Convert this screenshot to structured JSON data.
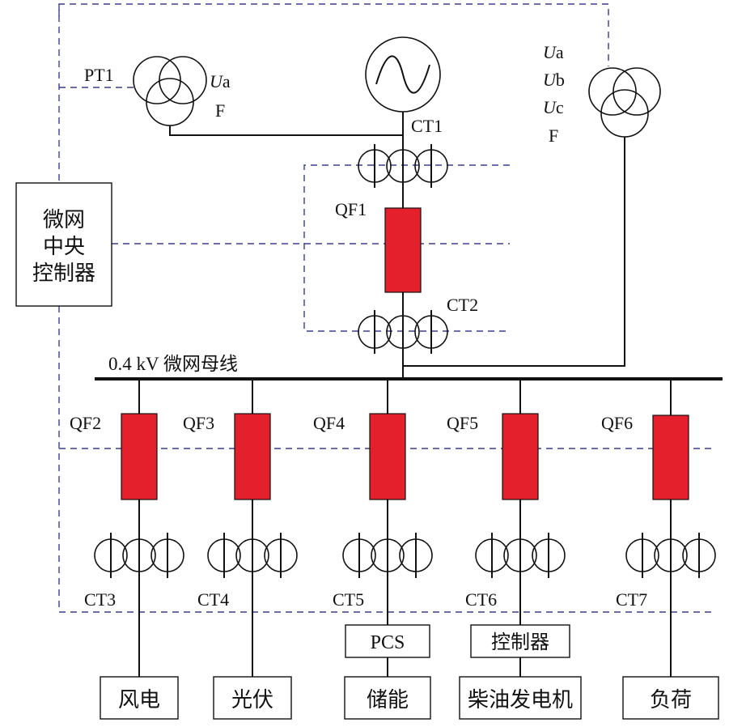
{
  "controller": {
    "lines": [
      "微网",
      "中央",
      "控制器"
    ]
  },
  "pt1": {
    "label": "PT1",
    "ua": "U",
    "ua_sub": "a",
    "f": "F"
  },
  "pt2": {
    "ua": "U",
    "ua_sub": "a",
    "ub": "U",
    "ub_sub": "b",
    "uc": "U",
    "uc_sub": "c",
    "f": "F"
  },
  "main": {
    "ct1": "CT1",
    "qf1": "QF1",
    "ct2": "CT2"
  },
  "bus": {
    "label": "0.4 kV 微网母线"
  },
  "feeders": [
    {
      "qf": "QF2",
      "ct": "CT3",
      "device": "",
      "source": "风电"
    },
    {
      "qf": "QF3",
      "ct": "CT4",
      "device": "",
      "source": "光伏"
    },
    {
      "qf": "QF4",
      "ct": "CT5",
      "device": "PCS",
      "source": "储能"
    },
    {
      "qf": "QF5",
      "ct": "CT6",
      "device": "控制器",
      "source": "柴油发电机"
    },
    {
      "qf": "QF6",
      "ct": "CT7",
      "device": "",
      "source": "负荷"
    }
  ]
}
